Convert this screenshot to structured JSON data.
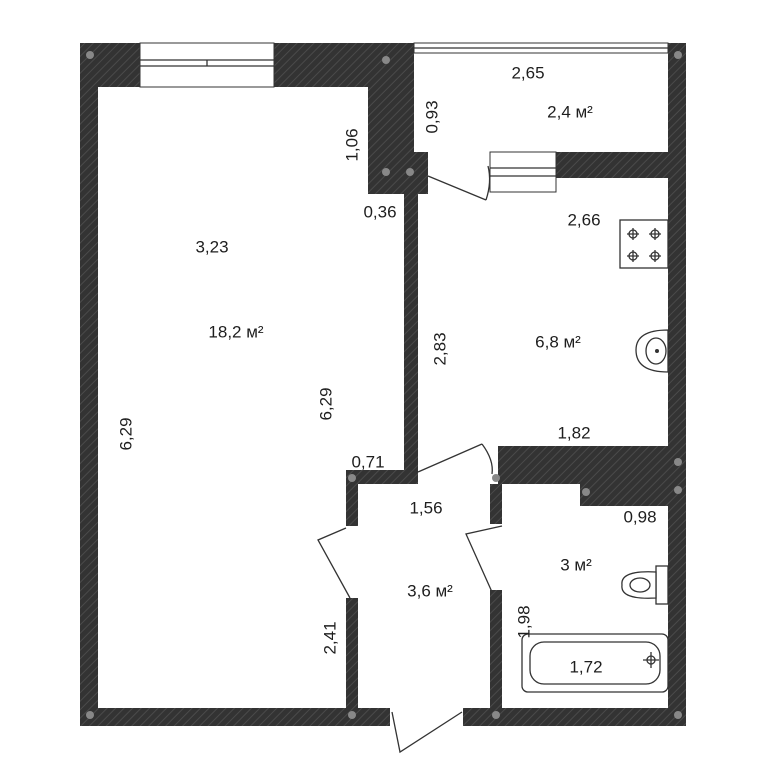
{
  "rooms": {
    "living_room": {
      "area": "18,2 м²",
      "width": "3,23",
      "length_left": "6,29",
      "length_right": "6,29",
      "niche_width": "0,71",
      "niche_length": "2,41",
      "pillar_depth": "1,06",
      "pillar_width": "0,36"
    },
    "balcony": {
      "area": "2,4 м²",
      "width": "2,65",
      "depth": "0,93"
    },
    "kitchen": {
      "area": "6,8 м²",
      "width": "2,66",
      "length": "2,83",
      "width_bottom": "1,82"
    },
    "hall": {
      "area": "3,6 м²",
      "width": "1,56"
    },
    "bathroom": {
      "area": "3 м²",
      "length": "1,98",
      "width": "0,98",
      "bath_length": "1,72"
    }
  },
  "fixtures": {
    "stove": "stove-icon",
    "sink": "sink-icon",
    "toilet": "toilet-icon",
    "bathtub": "bathtub-icon"
  },
  "colors": {
    "wall": "#333333",
    "background": "#ffffff",
    "text": "#1e1e1e"
  }
}
